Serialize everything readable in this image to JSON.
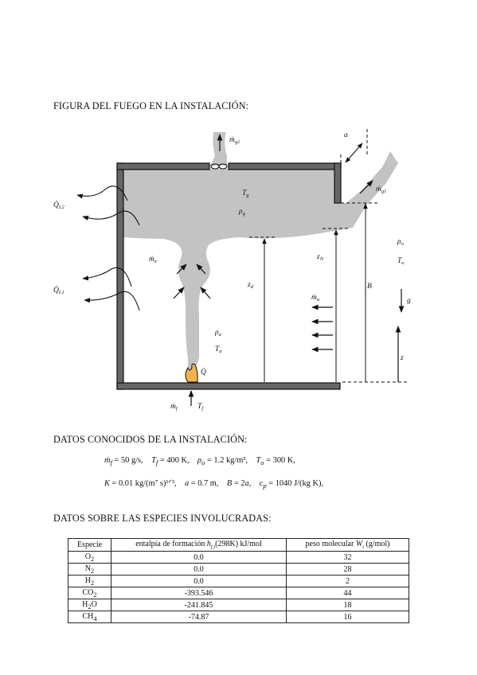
{
  "headings": {
    "figure": "FIGURA DEL FUEGO EN LA INSTALACIÓN:",
    "known_data": "DATOS CONOCIDOS DE LA INSTALACIÓN:",
    "species": "DATOS SOBRE LAS ESPECIES INVOLUCRADAS:"
  },
  "figure_labels": {
    "mg2": "ṁ",
    "mg2_sub": "g2",
    "a": "a",
    "Tg": "T",
    "Tg_sub": "g",
    "rhog": "ρ",
    "rhog_sub": "g",
    "mg1": "ṁ",
    "mg1_sub": "g1",
    "QL2": "Q̇",
    "QL2_sub": "L2",
    "QL1": "Q̇",
    "QL1_sub": "L1",
    "me": "ṁ",
    "me_sub": "e",
    "zd": "z",
    "zd_sub": "d",
    "zN": "z",
    "zN_sub": "N",
    "B": "B",
    "rhoo": "ρ",
    "rhoo_sub": "o",
    "To": "T",
    "To_sub": "o",
    "g": "g",
    "ma": "ṁ",
    "ma_sub": "a",
    "rhoa": "ρ",
    "rhoa_sub": "a",
    "Ta": "T",
    "Ta_sub": "a",
    "Q": "Q̇",
    "z": "z",
    "mf": "ṁ",
    "mf_sub": "f",
    "Tf": "T",
    "Tf_sub": "f"
  },
  "known_data": {
    "line1": {
      "mf": "ṁ",
      "mf_sub": "f",
      "mf_val": " = 50 g/s,",
      "Tf": "T",
      "Tf_sub": "f",
      "Tf_val": " = 400 K,",
      "rho": "ρ",
      "rho_sub": "o",
      "rho_val": " = 1.2 kg/m³,",
      "To": "T",
      "To_sub": "o",
      "To_val": " = 300 K,"
    },
    "line2": {
      "K": "K",
      "K_val": " = 0.01 kg/(m⁷ s)¹ᐟ³,",
      "a": "a",
      "a_val": " = 0.7 m,",
      "B": "B",
      "B_val": " = 2",
      "B_a": "a",
      "B_end": ",",
      "cp": "c",
      "cp_sub": "p",
      "cp_val": " = 1040 J/(kg K),"
    }
  },
  "species_table": {
    "headers": {
      "species": "Especie",
      "enthalpy_pre": "entalpía de formación  ",
      "enthalpy_h": "h",
      "enthalpy_sub": "f,i",
      "enthalpy_post": "(298K) kJ/mol",
      "mw_pre": "peso molecular ",
      "mw_W": "W",
      "mw_sub": "i",
      "mw_post": " (g/mol)"
    },
    "rows": [
      {
        "formula": "O",
        "sub": "2",
        "tail": "",
        "enthalpy": "0.0",
        "mw": "32"
      },
      {
        "formula": "N",
        "sub": "2",
        "tail": "",
        "enthalpy": "0.0",
        "mw": "28"
      },
      {
        "formula": "H",
        "sub": "2",
        "tail": "",
        "enthalpy": "0.0",
        "mw": "2"
      },
      {
        "formula": "CO",
        "sub": "2",
        "tail": "",
        "enthalpy": "-393.546",
        "mw": "44"
      },
      {
        "formula": "H",
        "sub": "2",
        "tail": "O",
        "enthalpy": "-241.845",
        "mw": "18"
      },
      {
        "formula": "CH",
        "sub": "4",
        "tail": "",
        "enthalpy": "-74.87",
        "mw": "16"
      }
    ]
  },
  "colors": {
    "smoke": "#c3c3c3",
    "wall": "#666666",
    "flame": "#f4b24a"
  }
}
